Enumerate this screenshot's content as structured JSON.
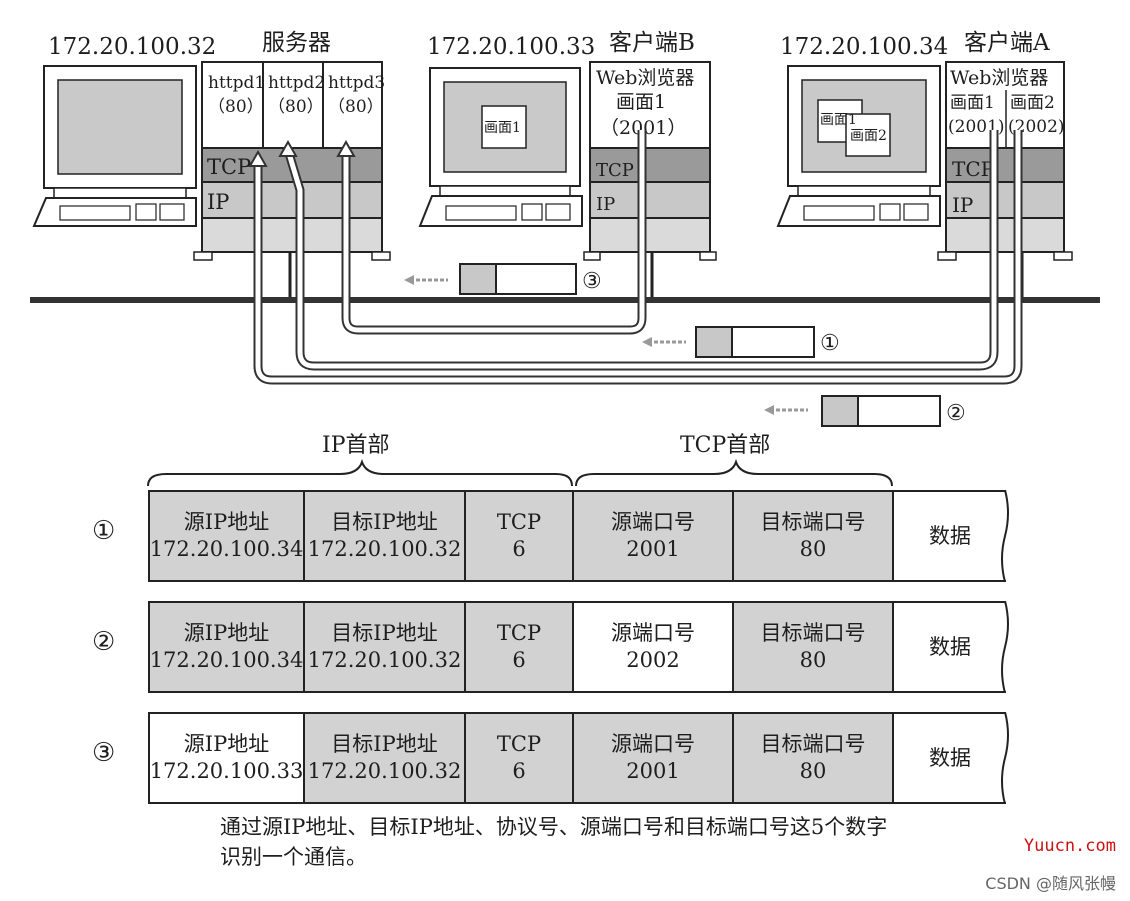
{
  "hosts": {
    "server_ip": "172.20.100.32",
    "server_title": "服务器",
    "client_b_ip": "172.20.100.33",
    "client_b_title": "客户端B",
    "client_a_ip": "172.20.100.34",
    "client_a_title": "客户端A"
  },
  "server": {
    "apps": [
      {
        "name": "httpd1",
        "port": "（80）"
      },
      {
        "name": "httpd2",
        "port": "（80）"
      },
      {
        "name": "httpd3",
        "port": "（80）"
      }
    ],
    "tcp": "TCP",
    "ip": "IP"
  },
  "client_b": {
    "screen_label": "画面1",
    "browser": "Web浏览器",
    "window": "画面1",
    "port": "（2001）",
    "tcp": "TCP",
    "ip": "IP"
  },
  "client_a": {
    "screen_label_1": "画面1",
    "screen_label_2": "画面2",
    "browser": "Web浏览器",
    "window_1": "画面1",
    "window_2": "画面2",
    "port_1": "(2001)",
    "port_2": "(2002)",
    "tcp": "TCP",
    "ip": "IP"
  },
  "packet_markers": [
    "③",
    "①",
    "②"
  ],
  "header_labels": {
    "ip": "IP首部",
    "tcp": "TCP首部"
  },
  "rows": [
    {
      "num": "①",
      "src_ip_label": "源IP地址",
      "src_ip": "172.20.100.34",
      "dst_ip_label": "目标IP地址",
      "dst_ip": "172.20.100.32",
      "proto_label": "TCP",
      "proto": "6",
      "src_port_label": "源端口号",
      "src_port": "2001",
      "dst_port_label": "目标端口号",
      "dst_port": "80",
      "data": "数据"
    },
    {
      "num": "②",
      "src_ip_label": "源IP地址",
      "src_ip": "172.20.100.34",
      "dst_ip_label": "目标IP地址",
      "dst_ip": "172.20.100.32",
      "proto_label": "TCP",
      "proto": "6",
      "src_port_label": "源端口号",
      "src_port": "2002",
      "dst_port_label": "目标端口号",
      "dst_port": "80",
      "data": "数据"
    },
    {
      "num": "③",
      "src_ip_label": "源IP地址",
      "src_ip": "172.20.100.33",
      "dst_ip_label": "目标IP地址",
      "dst_ip": "172.20.100.32",
      "proto_label": "TCP",
      "proto": "6",
      "src_port_label": "源端口号",
      "src_port": "2001",
      "dst_port_label": "目标端口号",
      "dst_port": "80",
      "data": "数据"
    }
  ],
  "caption": {
    "line1": "通过源IP地址、目标IP地址、协议号、源端口号和目标端口号这5个数字",
    "line2": "识别一个通信。"
  },
  "watermarks": {
    "site": "Yuucn.com",
    "author": "CSDN @随风张幔"
  },
  "colors": {
    "shade": "#d2d2d2",
    "dark_shade": "#9a9a9a",
    "line": "#222222"
  }
}
